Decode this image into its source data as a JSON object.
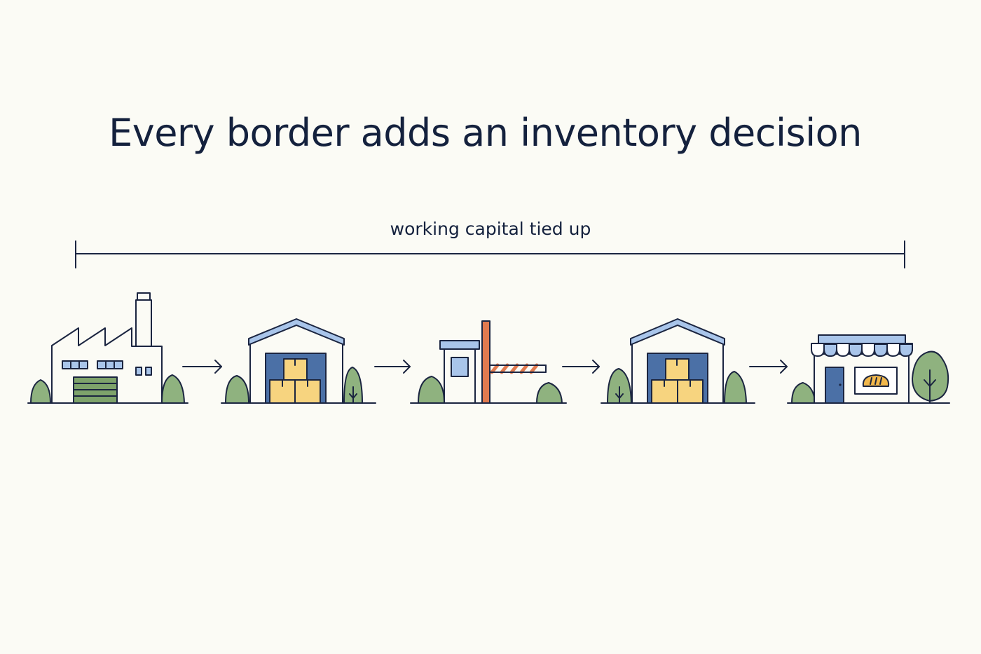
{
  "title": "Every border adds an inventory decision",
  "span": {
    "label": "working capital tied up"
  },
  "stages": [
    {
      "id": "factory",
      "icon": "factory-icon"
    },
    {
      "id": "warehouse-1",
      "icon": "warehouse-icon"
    },
    {
      "id": "border",
      "icon": "customs-checkpoint-icon"
    },
    {
      "id": "warehouse-2",
      "icon": "warehouse-icon"
    },
    {
      "id": "store",
      "icon": "retail-store-icon"
    }
  ],
  "colors": {
    "ink": "#1b2540",
    "blue_light": "#a9c5ea",
    "blue_dark": "#4b70a6",
    "box_yellow": "#f7d47f",
    "tree_green": "#8fb27f",
    "door_green": "#7ea36b",
    "barrier_orange": "#e07a4f",
    "background": "#fbfbf5"
  }
}
